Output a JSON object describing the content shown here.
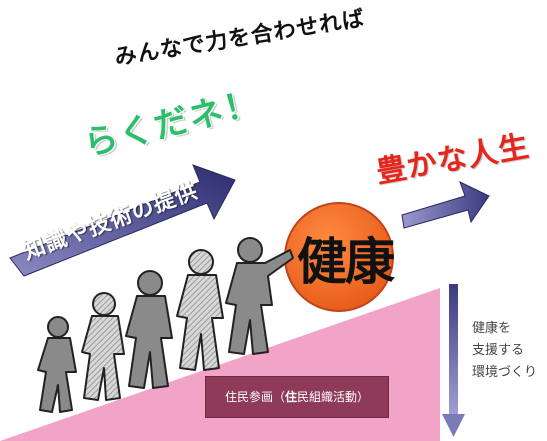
{
  "slogan": "みんなで力を合わせれば",
  "exclamation": "らくだネ！",
  "goal": "豊かな人生",
  "arrow_label": "知識や技術の提供",
  "center": "健康",
  "side_label_lines": [
    "健康を",
    "支援する",
    "環境づくり"
  ],
  "bottom_label": {
    "prefix": "住民参画（",
    "emphasis": "住",
    "suffix": "民組織活動）"
  },
  "colors": {
    "slope": "#f2a3c8",
    "arrow": "#3a3a7a",
    "circle": "#f07030",
    "green_text": "#2bbf6a",
    "red_text": "#e8251a",
    "label_box": "#8e3a58"
  },
  "icons": [
    "walking-people-illustration"
  ]
}
